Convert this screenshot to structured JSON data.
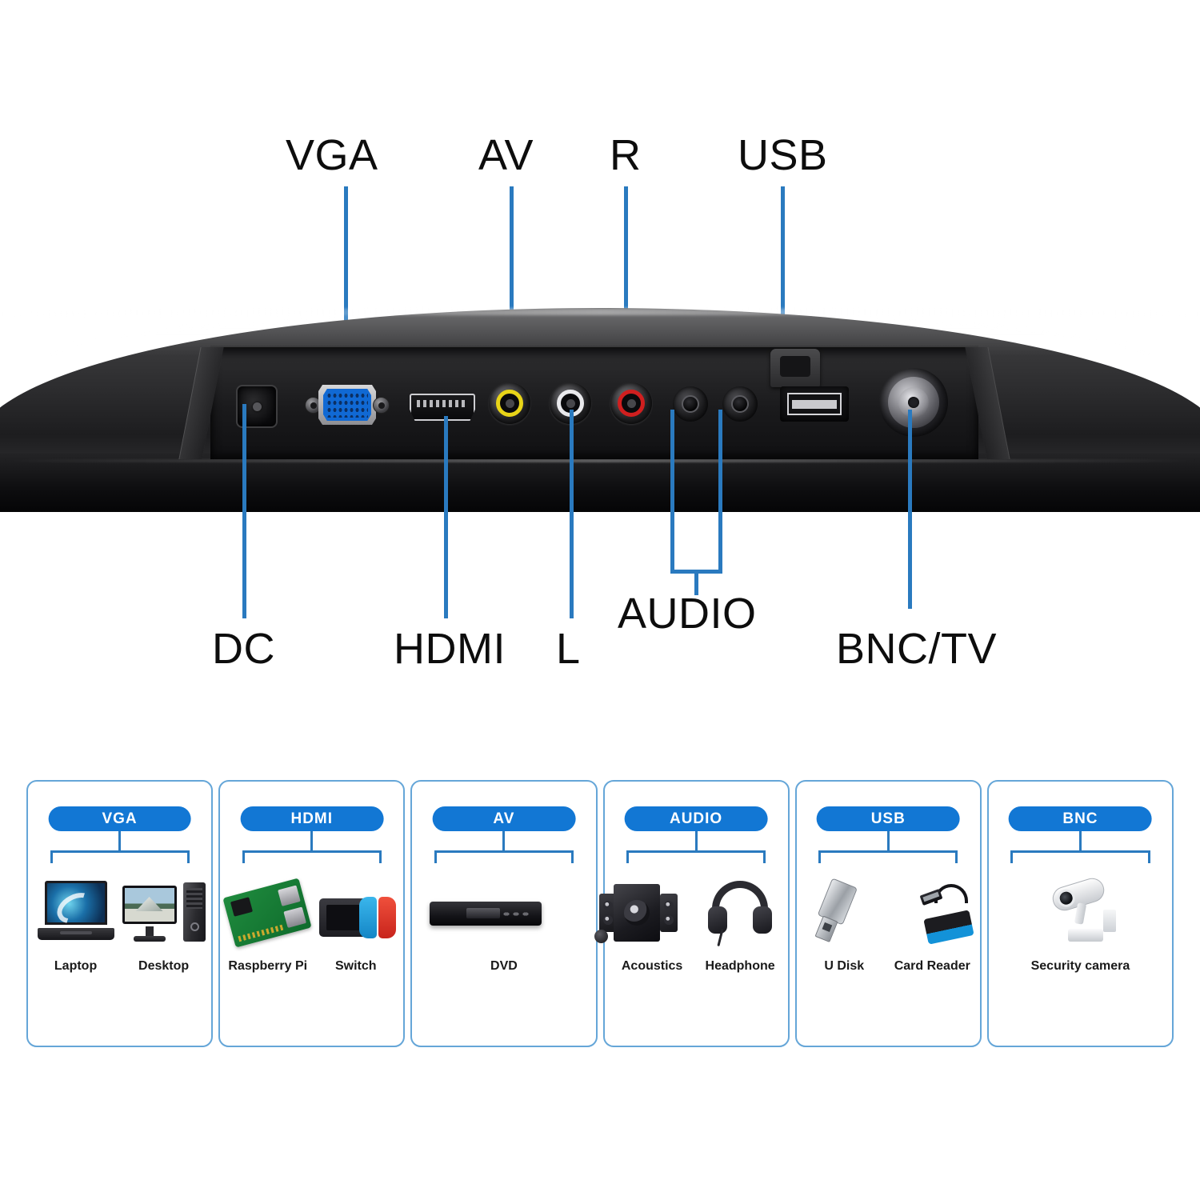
{
  "diagram": {
    "title": "Monitor port panel callouts",
    "accent_blue": "#2a7abf",
    "top_labels": [
      {
        "text": "VGA"
      },
      {
        "text": "AV"
      },
      {
        "text": "R"
      },
      {
        "text": "USB"
      }
    ],
    "bottom_labels": [
      {
        "text": "DC"
      },
      {
        "text": "HDMI"
      },
      {
        "text": "L"
      },
      {
        "text": "AUDIO"
      },
      {
        "text": "BNC/TV"
      }
    ],
    "ports": [
      {
        "name": "DC",
        "type": "barrel-power"
      },
      {
        "name": "VGA",
        "type": "db15",
        "color": "#1069d4"
      },
      {
        "name": "HDMI",
        "type": "hdmi"
      },
      {
        "name": "AV",
        "type": "rca",
        "color": "#e8d418"
      },
      {
        "name": "L",
        "type": "rca",
        "color": "#e9e9ec"
      },
      {
        "name": "R",
        "type": "rca",
        "color": "#d01f1f"
      },
      {
        "name": "AUDIO",
        "type": "jack-3.5mm"
      },
      {
        "name": "AUDIO",
        "type": "jack-3.5mm"
      },
      {
        "name": "USB",
        "type": "usb-a"
      },
      {
        "name": "BNC/TV",
        "type": "bnc"
      }
    ]
  },
  "compatibility": {
    "badge_color": "#1277d4",
    "border_color": "#65a6d8",
    "cards": [
      {
        "badge": "VGA",
        "devices": [
          {
            "label": "Laptop"
          },
          {
            "label": "Desktop"
          }
        ]
      },
      {
        "badge": "HDMI",
        "devices": [
          {
            "label": "Raspberry Pi"
          },
          {
            "label": "Switch"
          }
        ]
      },
      {
        "badge": "AV",
        "devices": [
          {
            "label": "DVD"
          }
        ]
      },
      {
        "badge": "AUDIO",
        "devices": [
          {
            "label": "Acoustics"
          },
          {
            "label": "Headphone"
          }
        ]
      },
      {
        "badge": "USB",
        "devices": [
          {
            "label": "U Disk"
          },
          {
            "label": "Card Reader"
          }
        ]
      },
      {
        "badge": "BNC",
        "devices": [
          {
            "label": "Security camera"
          }
        ]
      }
    ]
  }
}
